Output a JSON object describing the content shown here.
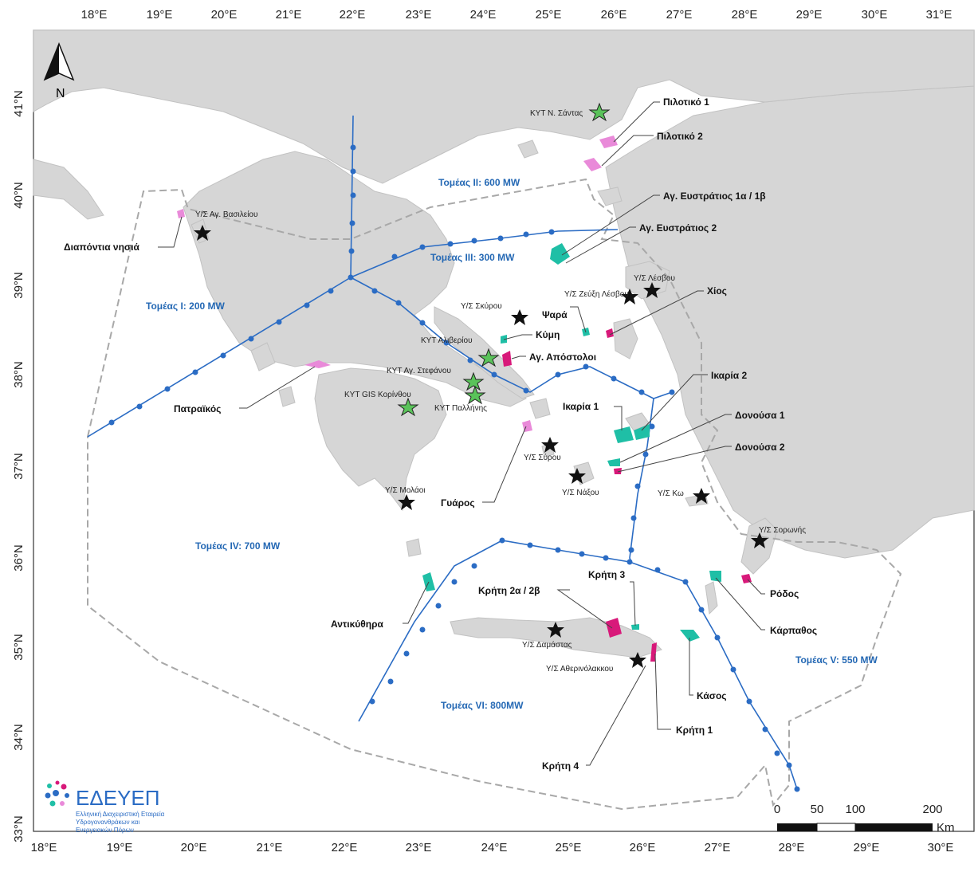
{
  "map": {
    "north_label": "N",
    "lon_ticks": [
      "18°E",
      "19°E",
      "20°E",
      "21°E",
      "22°E",
      "23°E",
      "24°E",
      "25°E",
      "26°E",
      "27°E",
      "28°E",
      "29°E",
      "30°E",
      "31°E"
    ],
    "lat_ticks": [
      "41°N",
      "40°N",
      "39°N",
      "38°N",
      "37°N",
      "36°N",
      "35°N",
      "34°N",
      "33°N"
    ],
    "sectors": [
      {
        "key": "s1",
        "label": "Τομέας I: 200 MW"
      },
      {
        "key": "s2",
        "label": "Τομέας II: 600 MW"
      },
      {
        "key": "s3",
        "label": "Τομέας III: 300 MW"
      },
      {
        "key": "s4",
        "label": "Τομέας IV: 700 MW"
      },
      {
        "key": "s5",
        "label": "Τομέας V: 550 MW"
      },
      {
        "key": "s6",
        "label": "Τομέας VI: 800MW"
      }
    ],
    "areas": {
      "pilotiko1": "Πιλοτικό 1",
      "pilotiko2": "Πιλοτικό 2",
      "agefst1": "Αγ. Ευστράτιος 1α / 1β",
      "agefst2": "Αγ. Ευστράτιος 2",
      "diapontia": "Διαπόντια νησιά",
      "chios": "Χίος",
      "psara": "Ψαρά",
      "kymi": "Κύμη",
      "agapost": "Αγ. Απόστολοι",
      "ikaria2": "Ικαρία 2",
      "ikaria1": "Ικαρία 1",
      "donousa1": "Δονούσα 1",
      "donousa2": "Δονούσα 2",
      "patraikos": "Πατραϊκός",
      "gyaros": "Γυάρος",
      "kriti3": "Κρήτη 3",
      "kriti2": "Κρήτη 2α / 2β",
      "rodos": "Ρόδος",
      "karpathos": "Κάρπαθος",
      "antikythira": "Αντικύθηρα",
      "kasos": "Κάσος",
      "kriti1": "Κρήτη 1",
      "kriti4": "Κρήτη 4"
    },
    "stations": {
      "santas": "ΚΥΤ Ν. Σάντας",
      "vasileiou": "Υ/Σ Αγ. Βασιλείου",
      "lesvou": "Υ/Σ Λέσβου",
      "zeuxi": "Υ/Σ Ζεύξη Λέσβου",
      "skyrou": "Υ/Σ Σκύρου",
      "aliveriou": "ΚΥΤ Αλιβερίου",
      "stefanou": "ΚΥΤ Αγ. Στεφάνου",
      "korinthou": "ΚΥΤ GIS Κορίνθου",
      "pallinis": "ΚΥΤ Παλλήνης",
      "syrou": "Υ/Σ Σύρου",
      "naxou": "Υ/Σ Νάξου",
      "molaoi": "Υ/Σ Μολάοι",
      "ko": "Υ/Σ Κω",
      "soronis": "Υ/Σ Σορωνής",
      "damastas": "Υ/Σ Δαμάστας",
      "atherinolakkou": "Υ/Σ Αθερινόλακκου"
    },
    "scale": {
      "t0": "0",
      "t50": "50",
      "t100": "100",
      "t200": "200",
      "unit": "Km"
    },
    "logo": {
      "name": "ΕΔΕΥΕΠ",
      "line1": "Ελληνική Διαχειριστική Εταιρεία",
      "line2": "Υδρογονανθράκων και",
      "line3": "Ενεργειακών Πόρων"
    },
    "colors": {
      "land": "#d4d4d4",
      "sea": "#ffffff",
      "cable": "#2b6cc4",
      "teal": "#1fbfa6",
      "magenta": "#d8197a",
      "pink": "#e98ad9",
      "star_green": "#5ac35a",
      "boundary": "#9a9a9a"
    }
  }
}
